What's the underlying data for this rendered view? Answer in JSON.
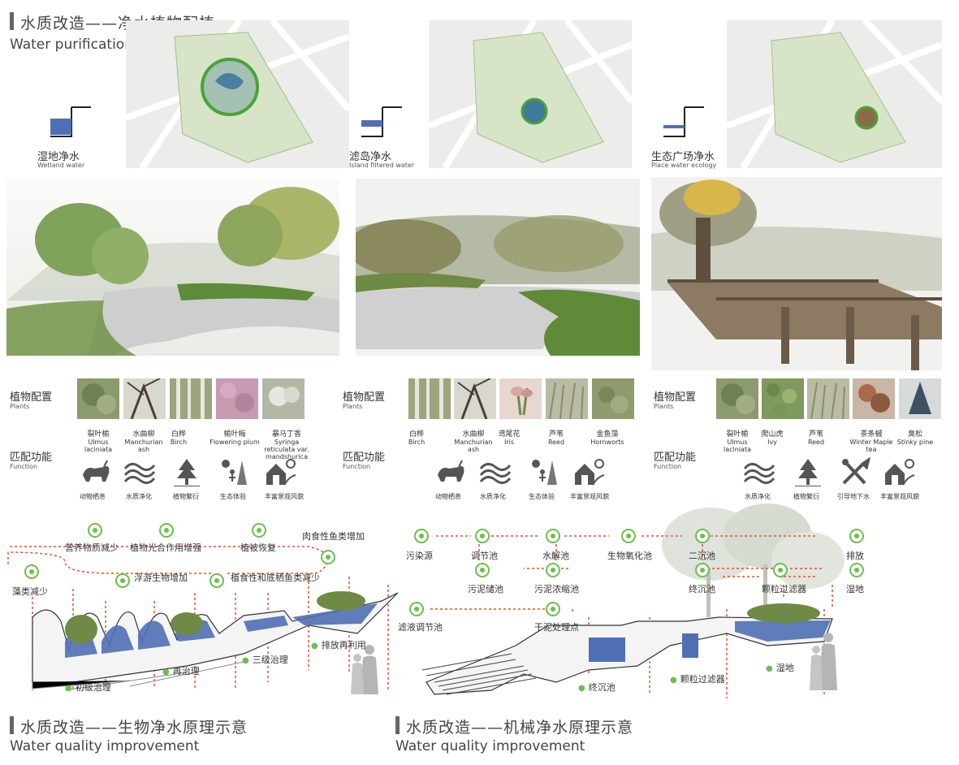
{
  "header_top": {
    "title_cn": "水质改造——净水植物配植",
    "title_en": "Water purification plant transformation"
  },
  "water_types": [
    {
      "cn": "湿地净水",
      "en": "Wetland water"
    },
    {
      "cn": "滤岛净水",
      "en": "Island filtered water"
    },
    {
      "cn": "生态广场净水",
      "en": "Place water ecology"
    }
  ],
  "labels": {
    "plants_cn": "植物配置",
    "plants_en": "Plants",
    "function_cn": "匹配功能",
    "function_en": "Function"
  },
  "group1": {
    "plants": [
      {
        "cn": "裂叶榆",
        "en": "Ulmus laciniata"
      },
      {
        "cn": "水曲柳",
        "en": "Manchurian ash"
      },
      {
        "cn": "白桦",
        "en": "Birch"
      },
      {
        "cn": "榆叶梅",
        "en": "Flowering plum"
      },
      {
        "cn": "暴马丁香",
        "en": "Syringa reticulata var. mandshurica"
      }
    ],
    "functions": [
      "动物栖息",
      "水质净化",
      "植物繁衍",
      "生态体验",
      "丰富景观风貌"
    ]
  },
  "group2": {
    "plants": [
      {
        "cn": "白桦",
        "en": "Birch"
      },
      {
        "cn": "水曲柳",
        "en": "Manchurian ash"
      },
      {
        "cn": "鸢尾花",
        "en": "Iris"
      },
      {
        "cn": "芦苇",
        "en": "Reed"
      },
      {
        "cn": "金鱼藻",
        "en": "Hornworts"
      }
    ],
    "functions": [
      "动物栖息",
      "水质净化",
      "生态体验",
      "丰富景观风貌"
    ]
  },
  "group3": {
    "plants": [
      {
        "cn": "裂叶榆",
        "en": "Ulmus laciniata"
      },
      {
        "cn": "爬山虎",
        "en": "Ivy"
      },
      {
        "cn": "芦苇",
        "en": "Reed"
      },
      {
        "cn": "茶条槭",
        "en": "Winter Maple tea"
      },
      {
        "cn": "臭松",
        "en": "Stinky pine"
      }
    ],
    "functions": [
      "水质净化",
      "植物繁衍",
      "引导地下水",
      "丰富景观风貌"
    ]
  },
  "bio_flow": {
    "steps": [
      "营养物质减少",
      "植物光合作用增强",
      "植被恢复",
      "肉食性鱼类增加",
      "藻类减少",
      "浮游生物增加",
      "植食性和底栖鱼类减少"
    ],
    "stages": [
      "初级治理",
      "再治理",
      "三级治理",
      "排放再利用"
    ]
  },
  "mech_flow": {
    "steps": [
      "污染源",
      "调节池",
      "水解池",
      "生物氧化池",
      "二沉池",
      "排放",
      "污泥储池",
      "污泥浓缩池",
      "终沉池",
      "颗粒过滤器",
      "湿地",
      "滤液调节池",
      "干泥处理点"
    ],
    "stages": [
      "终沉池",
      "颗粒过滤器",
      "湿地"
    ]
  },
  "footer_left": {
    "title_cn": "水质改造——生物净水原理示意",
    "title_en": "Water quality improvement"
  },
  "footer_right": {
    "title_cn": "水质改造——机械净水原理示意",
    "title_en": "Water quality improvement"
  },
  "colors": {
    "accent_green": "#6bbf4c",
    "arrow_red": "#e0532f",
    "water_blue": "#4f6fb5"
  }
}
